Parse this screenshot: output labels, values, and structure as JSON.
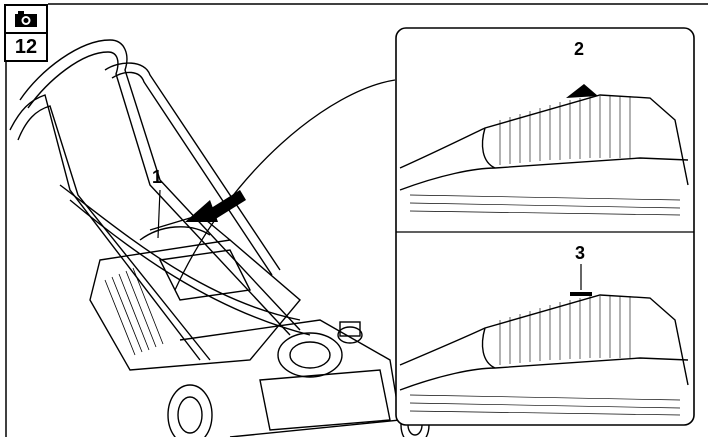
{
  "figure": {
    "number": "12",
    "icon": "camera-icon"
  },
  "callouts": {
    "one": "1",
    "two": "2",
    "three": "3"
  },
  "colors": {
    "ink": "#000000",
    "paper": "#ffffff"
  }
}
